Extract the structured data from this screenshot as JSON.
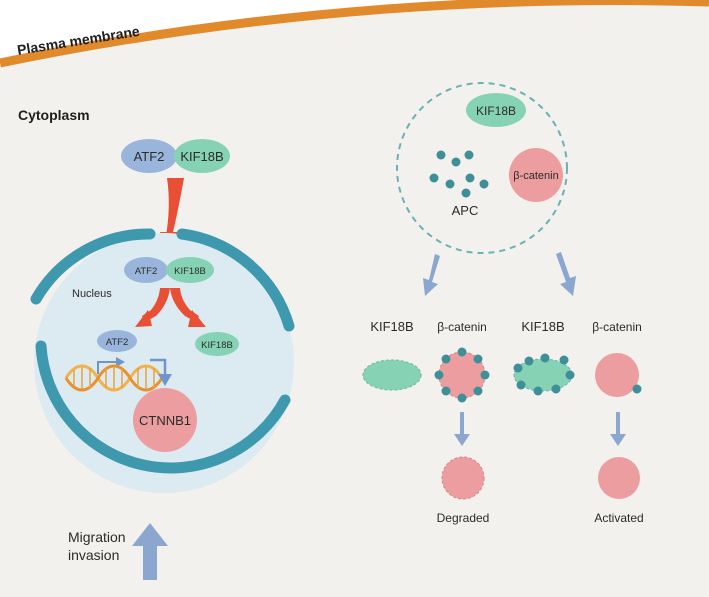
{
  "labels": {
    "plasma_membrane": "Plasma membrane",
    "cytoplasm": "Cytoplasm",
    "nucleus": "Nucleus",
    "atf2": "ATF2",
    "kif18b": "KIF18B",
    "beta_catenin": "β-catenin",
    "apc": "APC",
    "ctnnb1": "CTNNB1",
    "degraded": "Degraded",
    "activated": "Activated",
    "migration": "Migration",
    "invasion": "invasion"
  },
  "colors": {
    "background": "#f3f1ee",
    "membrane": "#e08a2c",
    "nucleus_envelope": "#3e98ae",
    "nucleus_fill": "#dcebf1",
    "atf2": "#99b5dc",
    "kif18b": "#86d2b4",
    "beta_catenin": "#ec9da0",
    "apc_dot": "#3f8f98",
    "red_arrow": "#e84f34",
    "blue_arrow": "#8ba6cf",
    "complex_border": "#6ab0b8",
    "dna_strand": "#f0b24a"
  }
}
